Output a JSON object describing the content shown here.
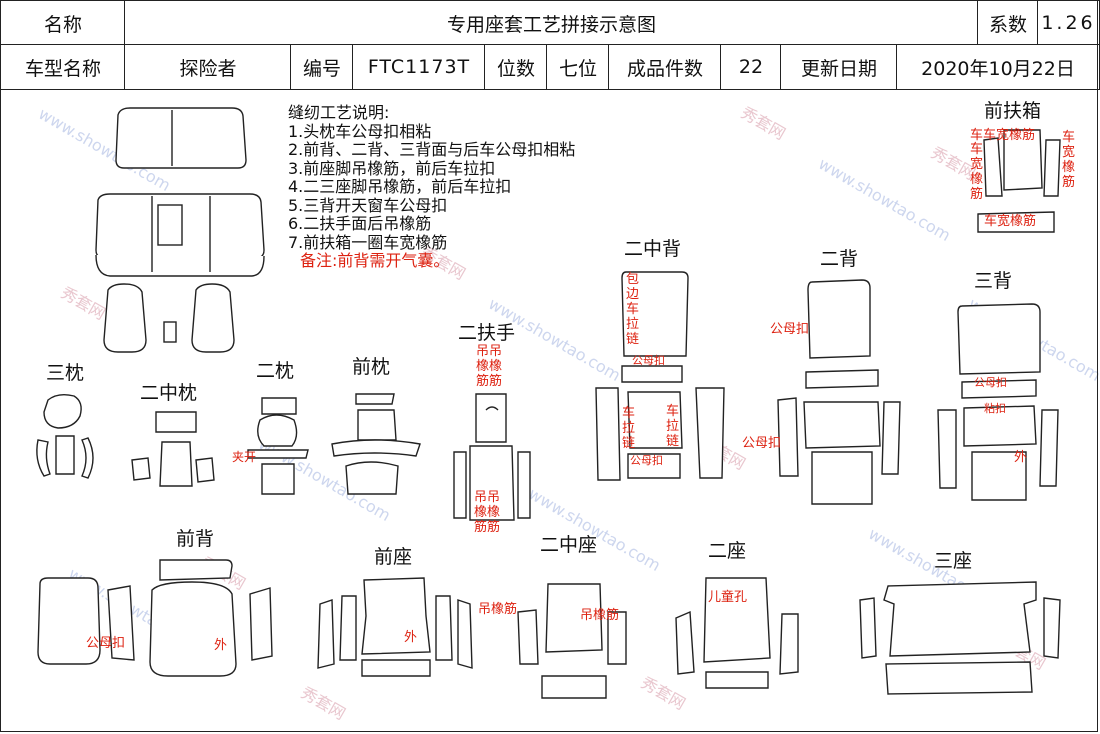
{
  "header": {
    "name_label": "名称",
    "title": "专用座套工艺拼接示意图",
    "coef_label": "系数",
    "coef_value": "1.26",
    "model_label": "车型名称",
    "model_value": "探险者",
    "code_label": "编号",
    "code_value": "FTC1173T",
    "seats_label": "位数",
    "seats_value": "七位",
    "pieces_label": "成品件数",
    "pieces_value": "22",
    "date_label": "更新日期",
    "date_value": "2020年10月22日"
  },
  "notes": {
    "title": "缝纫工艺说明:",
    "items": [
      "1.头枕车公母扣相粘",
      "2.前背、二背、三背面与后车公母扣相粘",
      "3.前座脚吊橡筋，前后车拉扣",
      "4.二三座脚吊橡筋，前后车拉扣",
      "5.三背开天窗车公母扣",
      "6.二扶手面后吊橡筋",
      "7.前扶箱一圈车宽橡筋"
    ],
    "remark": "备注:前背需开气囊。"
  },
  "sections": {
    "front_armbox": "前扶箱",
    "second_mid_back": "二中背",
    "second_back": "二背",
    "third_back": "三背",
    "second_armrest": "二扶手",
    "third_headrest": "三枕",
    "second_mid_headrest": "二中枕",
    "second_headrest": "二枕",
    "front_headrest": "前枕",
    "front_back": "前背",
    "front_seat": "前座",
    "second_mid_seat": "二中座",
    "second_seat": "二座",
    "third_seat": "三座"
  },
  "annotations": {
    "armbox_top": "车车宽橡筋",
    "armbox_left": "车宽橡筋",
    "armbox_right": "车宽橡筋",
    "armbox_bottom": "车宽橡筋",
    "mid_back_edge": "包边车拉链",
    "mid_back_snap_top": "公母扣",
    "mid_back_zip_left": "车拉链",
    "mid_back_zip_right": "车拉链",
    "mid_back_snap_bottom": "公母扣",
    "back2_snap_top": "公母扣",
    "back2_snap_side": "公母扣",
    "back3_snap": "公母扣",
    "back3_velcro": "粘扣",
    "back3_outer": "外",
    "armrest_top": "吊吊橡橡筋筋",
    "armrest_bottom": "吊吊橡橡筋筋",
    "headrest2_hole": "夹开",
    "front_back_snap": "公母扣",
    "front_back_outer": "外",
    "front_seat_outer": "外",
    "mid_seat_left": "吊橡筋",
    "mid_seat_right": "吊橡筋",
    "seat2_child": "儿童孔"
  },
  "watermark": {
    "cn": "秀套网",
    "en": "www.showtao.com"
  }
}
